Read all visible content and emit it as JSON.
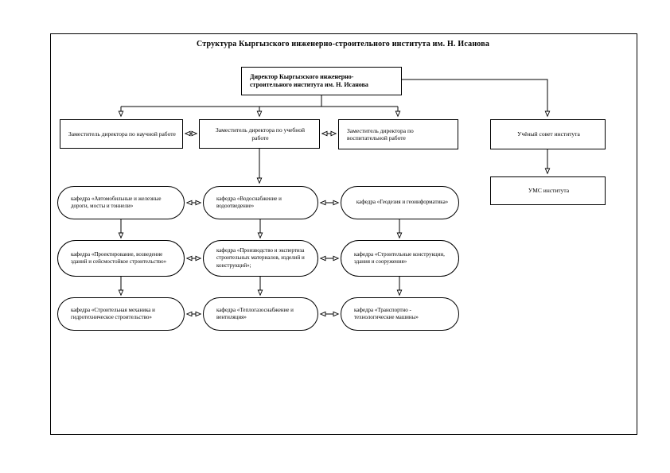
{
  "title": "Структура Кыргызского инженерно-строительного института им. Н. Исанова",
  "colors": {
    "background": "#ffffff",
    "line": "#000000",
    "box_border": "#000000",
    "text": "#000000"
  },
  "nodes": {
    "director": {
      "label": "Директор Кыргызского инженерно-строительного института им. Н. Исанова"
    },
    "deputy_science": {
      "label": "Заместитель директора по научной работе"
    },
    "deputy_education": {
      "label": "Заместитель директора по учебной работе"
    },
    "deputy_upbringing": {
      "label": "Заместитель директора по воспитательной работе"
    },
    "academic_council": {
      "label": "Учёный совет института"
    },
    "ums": {
      "label": "УМС института"
    },
    "dept_roads": {
      "label": "кафедра «Автомобильные и железные дороги, мосты и тоннели»"
    },
    "dept_water": {
      "label": "кафедра «Водоснабжение и водоотведение»"
    },
    "dept_geodesy": {
      "label": "кафедра «Геодезия и геоинформатика»"
    },
    "dept_design": {
      "label": "кафедра «Проектирование, возведение зданий и сейсмостойкое строительство»"
    },
    "dept_materials": {
      "label": "кафедра «Производство и экспертиза строительных материалов, изделий и конструкций»;"
    },
    "dept_structures": {
      "label": "кафедра «Строительные конструкции, здания и сооружения»"
    },
    "dept_mechanics": {
      "label": "кафедра «Строительная механика и гидротехническое строительство»"
    },
    "dept_heat": {
      "label": "кафедра «Теплогазоснабжение и вентиляция»"
    },
    "dept_transport": {
      "label": "кафедра «Транспортно - технологические машины»"
    }
  }
}
